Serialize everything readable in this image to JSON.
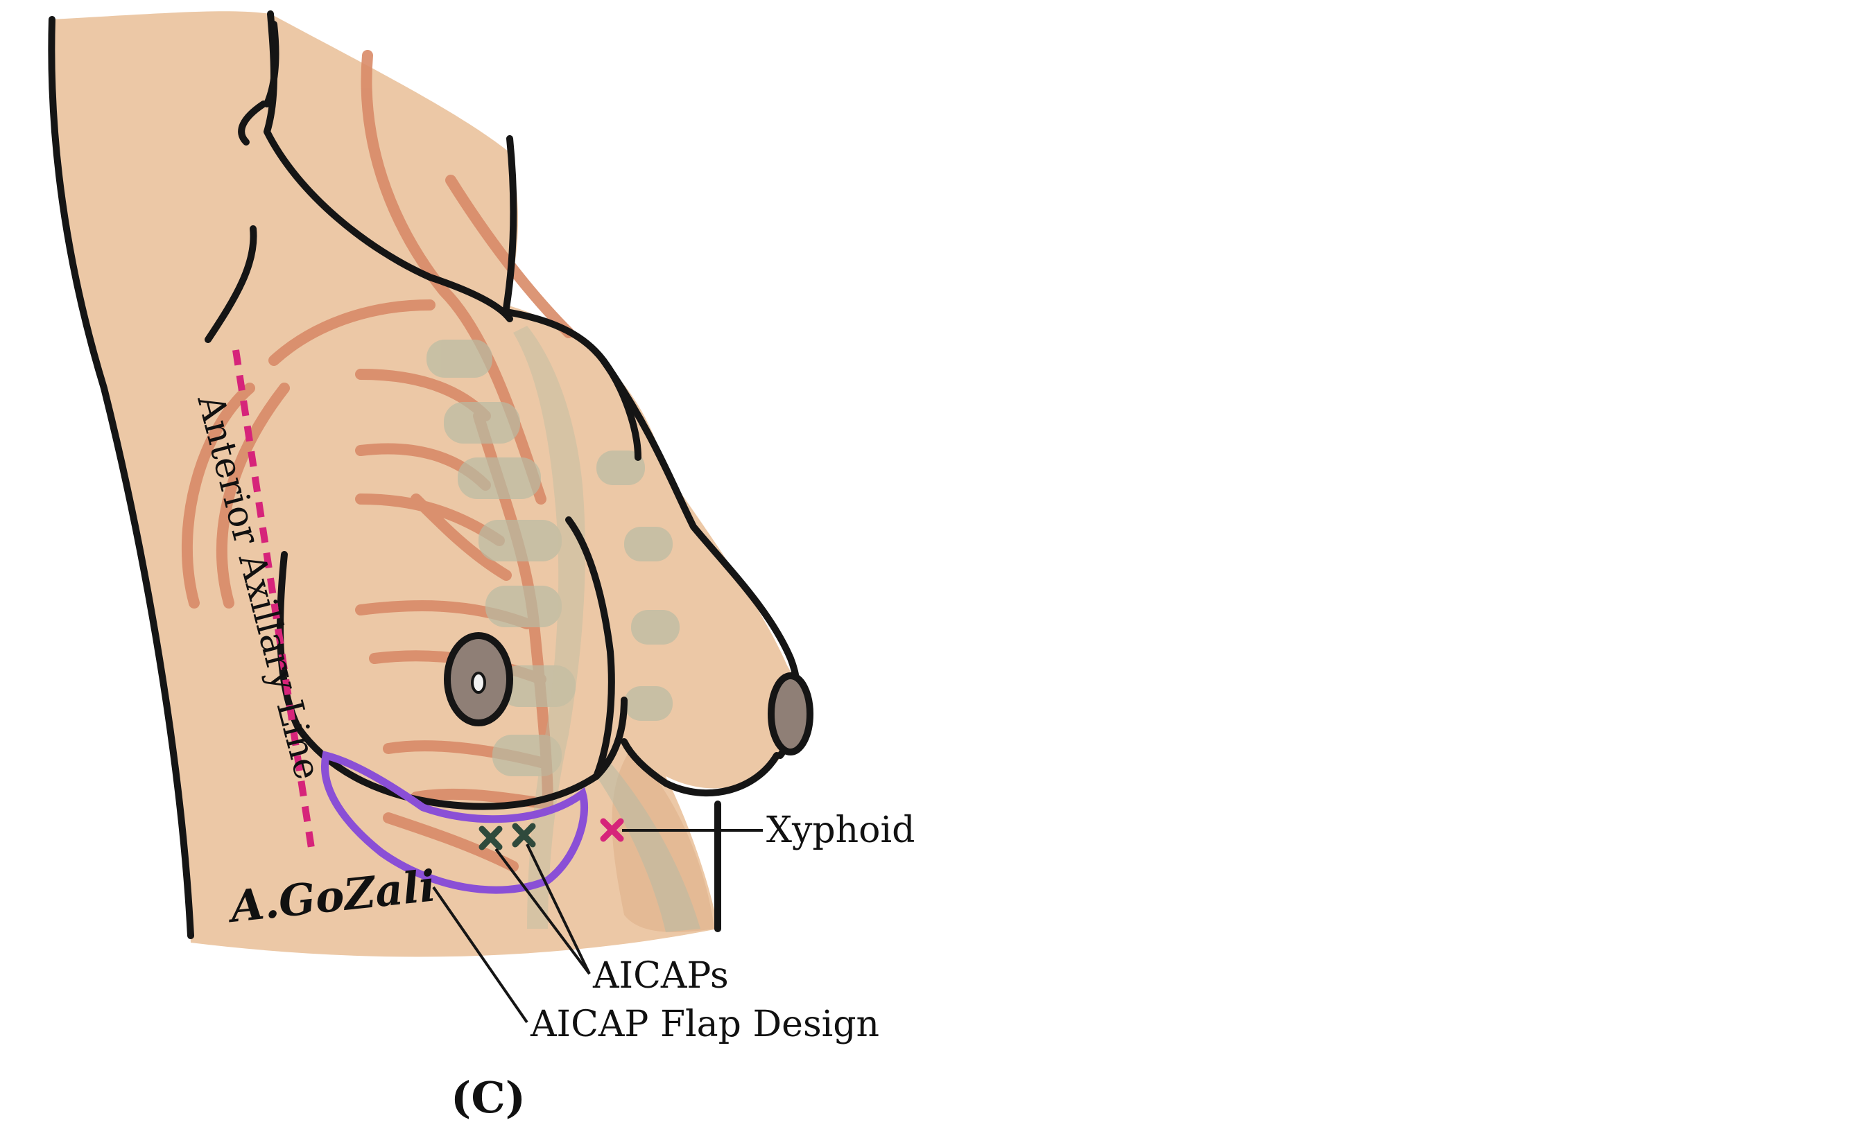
{
  "figure": {
    "panel_label": "(C)",
    "signature": "A.GoZali",
    "labels": {
      "anterior_axillary_line": "Anterior Axillary Line",
      "xyphoid": "Xyphoid",
      "aicaps": "AICAPs",
      "flap_design": "AICAP Flap Design"
    },
    "colors": {
      "skin": "#ecc8a6",
      "skin_shadow": "#dfb08b",
      "vessels": "#d98b68",
      "ribs": "#b9bca4",
      "outline": "#151515",
      "axillary_line": "#d6247a",
      "flap_outline": "#8a4fd6",
      "aicap_marks": "#2f4a3c",
      "xyphoid_mark": "#d6247a",
      "nipple": "#8f7f76"
    }
  }
}
